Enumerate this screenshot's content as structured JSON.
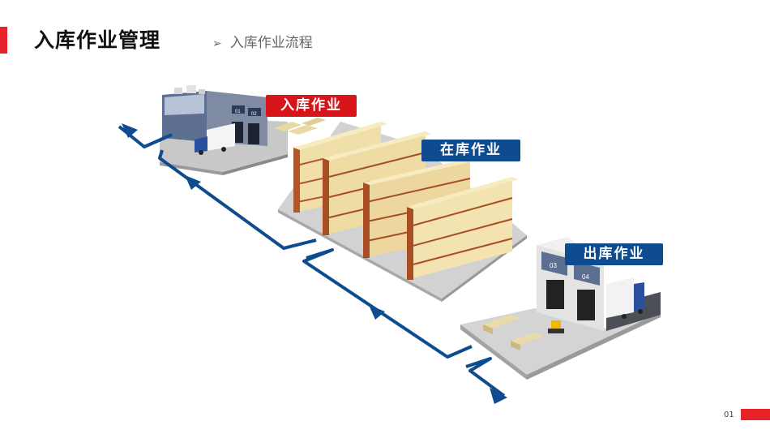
{
  "header": {
    "title": "入库作业管理",
    "breadcrumb_arrow": "➢",
    "breadcrumb": "入库作业流程"
  },
  "stages": {
    "inbound": "入库作业",
    "storage": "在库作业",
    "outbound": "出库作业"
  },
  "dock_labels": [
    "01",
    "02",
    "03",
    "04"
  ],
  "footer": {
    "page_number": "01"
  },
  "colors": {
    "accent_red": "#e8232a",
    "tag_red": "#d7141a",
    "tag_blue": "#0e4c8f",
    "flow_line": "#0e4c8f"
  }
}
